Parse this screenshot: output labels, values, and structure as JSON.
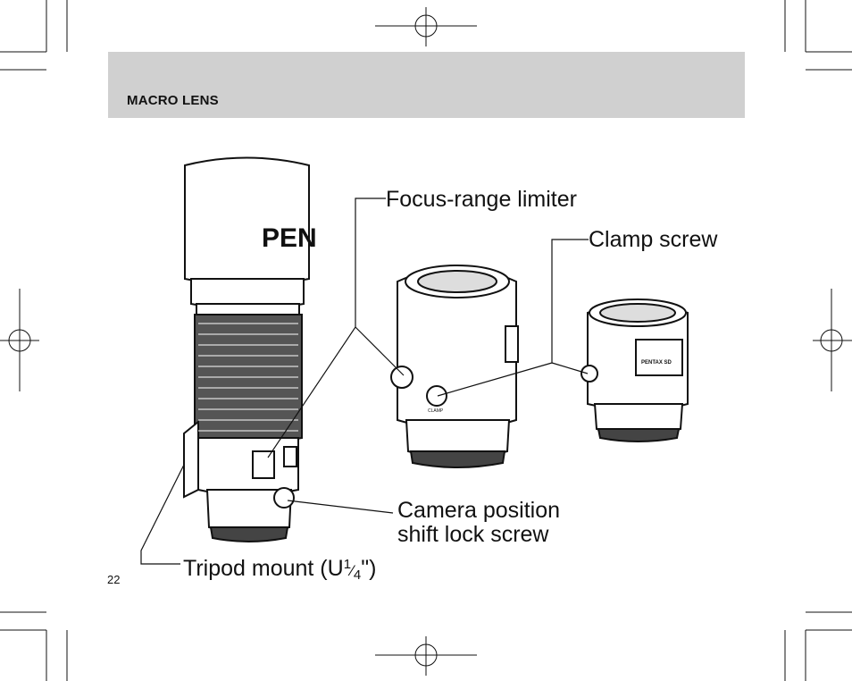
{
  "header": {
    "section_title": "MACRO LENS"
  },
  "figure": {
    "callouts": {
      "focus_range_limiter": "Focus-range limiter",
      "clamp_screw": "Clamp screw",
      "camera_position_line1": "Camera position",
      "camera_position_line2": "shift lock screw",
      "tripod_mount_prefix": "Tripod mount (U",
      "tripod_mount_fraction_num": "1",
      "tripod_mount_fraction_den": "4",
      "tripod_mount_suffix": "\")"
    },
    "lens_markings": {
      "brand": "PEN",
      "brand_small": "PENTAX SD",
      "clamp_mark": "CLAMP"
    }
  },
  "footer": {
    "page_number": "22"
  }
}
